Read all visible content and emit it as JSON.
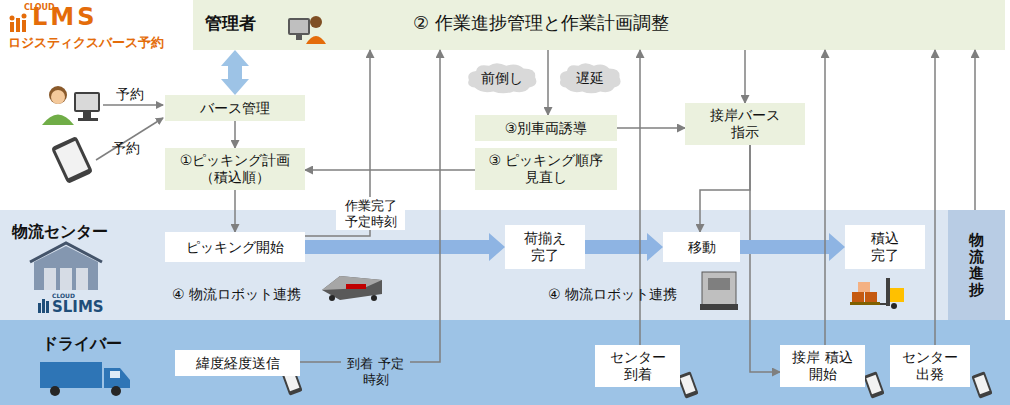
{
  "diagram": {
    "nodes": [
      {
        "text": [
          "管理者",
          "② 作業進捗管理と作業計画調整"
        ]
      },
      {
        "text": [
          "バース管理"
        ]
      },
      {
        "text": [
          "①ピッキング計画 （積込順）"
        ]
      },
      {
        "text": [
          "前倒し"
        ]
      },
      {
        "text": [
          "遅延"
        ]
      },
      {
        "text": [
          "③別車両誘導"
        ]
      },
      {
        "text": [
          "③ ピッキング順序見直し"
        ]
      },
      {
        "text": [
          "接岸バース 指示"
        ]
      },
      {
        "text": [
          "物流センター"
        ]
      },
      {
        "text": [
          "ピッキング開始"
        ],
        "in": 8
      },
      {
        "text": [
          "荷揃え 完了"
        ],
        "in": 8
      },
      {
        "text": [
          "移動"
        ],
        "in": 8
      },
      {
        "text": [
          "積込 完了"
        ],
        "in": 8
      },
      {
        "text": [
          "物流進捗"
        ]
      },
      {
        "text": [
          "ドライバー"
        ]
      },
      {
        "text": [
          "緯度経度送信"
        ],
        "in": 14
      },
      {
        "text": [
          "センター 到着"
        ],
        "in": 14
      },
      {
        "text": [
          "接岸 積込開始"
        ],
        "in": 14
      },
      {
        "text": [
          "センター 出発"
        ],
        "in": 14
      }
    ],
    "edges": [
      {
        "from": 1,
        "to": 0,
        "arrow": "both"
      },
      {
        "from": 1,
        "to": 2,
        "arrow": "to"
      },
      {
        "from": 2,
        "to": 9,
        "arrow": "to"
      },
      {
        "from": 6,
        "to": 2,
        "arrow": "to"
      },
      {
        "from": 0,
        "to": 5,
        "arrow": "to"
      },
      {
        "from": 5,
        "to": 7,
        "arrow": "to"
      },
      {
        "from": 0,
        "to": 7,
        "arrow": "to"
      },
      {
        "from": 7,
        "to": 11,
        "arrow": "to"
      },
      {
        "from": 7,
        "to": 17,
        "arrow": "to"
      },
      {
        "from": 9,
        "to": 10,
        "arrow": "to"
      },
      {
        "from": 10,
        "to": 11,
        "arrow": "to"
      },
      {
        "from": 11,
        "to": 12,
        "arrow": "to"
      },
      {
        "from": 9,
        "to": 0,
        "arrow": "to",
        "label": "作業完了 予定時刻"
      },
      {
        "from": 15,
        "to": 0,
        "arrow": "to",
        "label": "到着 予定時刻"
      },
      {
        "from": 16,
        "to": 0,
        "arrow": "to"
      },
      {
        "from": 17,
        "to": 0,
        "arrow": "to"
      },
      {
        "from": 18,
        "to": 0,
        "arrow": "to"
      },
      {
        "from": 13,
        "to": 0,
        "arrow": "to"
      }
    ],
    "labels": [
      "CLOUD",
      "LMS",
      "ロジスティクスバース予約",
      "予約",
      "予約",
      "④ 物流ロボット連携",
      "CLOUD",
      "SLIMS",
      "④ 物流ロボット連携"
    ]
  }
}
